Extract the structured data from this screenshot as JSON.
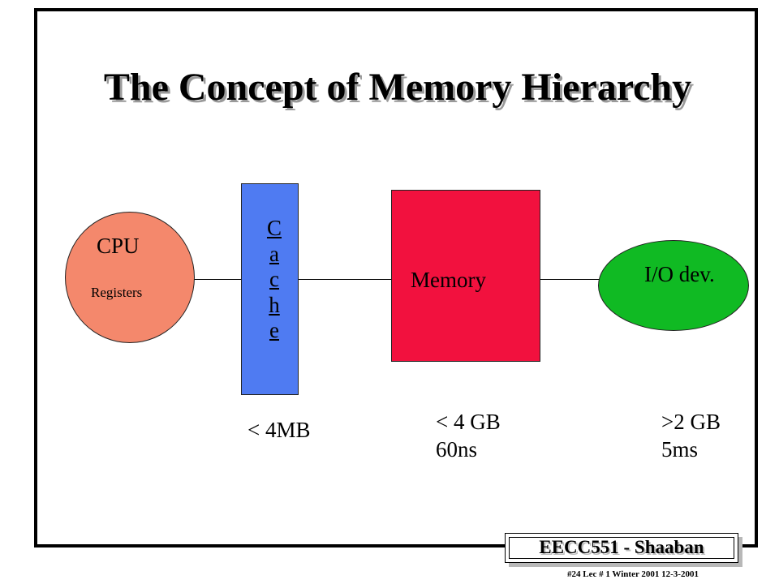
{
  "title": "The Concept of Memory Hierarchy",
  "cpu": {
    "label": "CPU",
    "sublabel": "Registers",
    "color": "#f4886c"
  },
  "cache": {
    "letters": [
      "C",
      "a",
      "c",
      "h",
      "e"
    ],
    "color": "#4f7bf2"
  },
  "memory": {
    "label": "Memory",
    "color": "#f2113e"
  },
  "io": {
    "label": "I/O dev.",
    "color": "#10ba23"
  },
  "stats": {
    "cache": [
      "< 4MB"
    ],
    "memory": [
      "< 4 GB",
      "60ns"
    ],
    "io": [
      ">2 GB",
      "5ms"
    ]
  },
  "badge": "EECC551 - Shaaban",
  "footer": "#24   Lec # 1 Winter 2001   12-3-2001"
}
